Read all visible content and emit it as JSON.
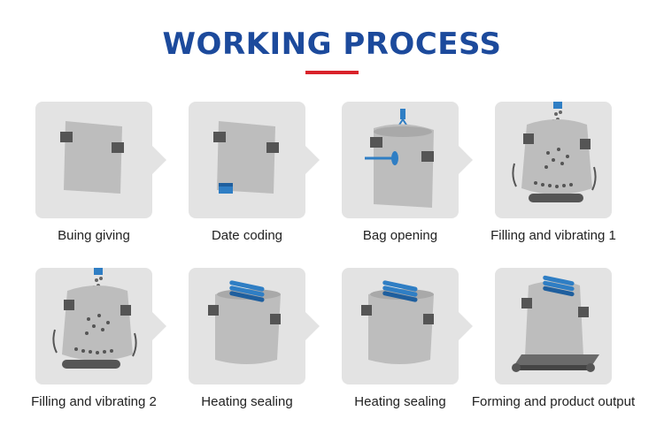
{
  "header": {
    "title": "WORKING PROCESS"
  },
  "colors": {
    "title": "#1c4a9c",
    "accent_bar": "#d9222a",
    "tile": "#e3e3e3",
    "bag": "#bdbdbd",
    "blue_part": "#2f7ec4"
  },
  "steps": [
    {
      "label": "Buing giving",
      "icon": "bag-giving-icon"
    },
    {
      "label": "Date coding",
      "icon": "date-coding-icon"
    },
    {
      "label": "Bag opening",
      "icon": "bag-opening-icon"
    },
    {
      "label": "Filling and vibrating 1",
      "icon": "filling-vibrating-icon"
    },
    {
      "label": "Filling and vibrating 2",
      "icon": "filling-vibrating-icon"
    },
    {
      "label": "Heating sealing",
      "icon": "heat-sealing-icon"
    },
    {
      "label": "Heating sealing",
      "icon": "heat-sealing-icon"
    },
    {
      "label": "Forming and product output",
      "icon": "product-output-icon"
    }
  ]
}
